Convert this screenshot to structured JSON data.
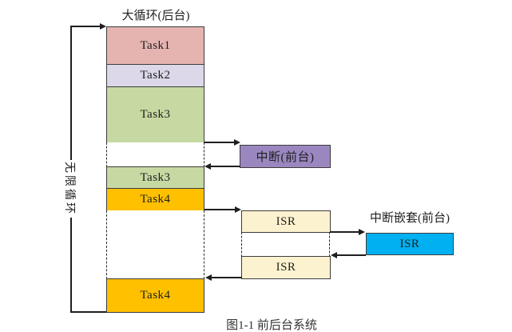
{
  "diagram": {
    "title": "大循环(后台)",
    "loop_label": "无限循环",
    "caption": "图1-1 前后台系统",
    "main_column": {
      "task1": "Task1",
      "task2": "Task2",
      "task3": "Task3",
      "task3_resume": "Task3",
      "task4": "Task4",
      "task4_resume": "Task4"
    },
    "foreground": {
      "interrupt_label": "中断(前台)",
      "isr_first": "ISR",
      "isr_second": "ISR",
      "nested_title": "中断嵌套(前台)",
      "isr_nested": "ISR"
    },
    "colors": {
      "task1": "#e5b4b1",
      "task2": "#dcd8e9",
      "task3": "#c6d9a2",
      "task4": "#ffc000",
      "interrupt": "#9b87c0",
      "isr": "#fdf2cf",
      "isr_nested": "#00b0f0",
      "box_border": "#3c3c3c",
      "line": "#1f1f1f",
      "background": "#ffffff"
    }
  }
}
